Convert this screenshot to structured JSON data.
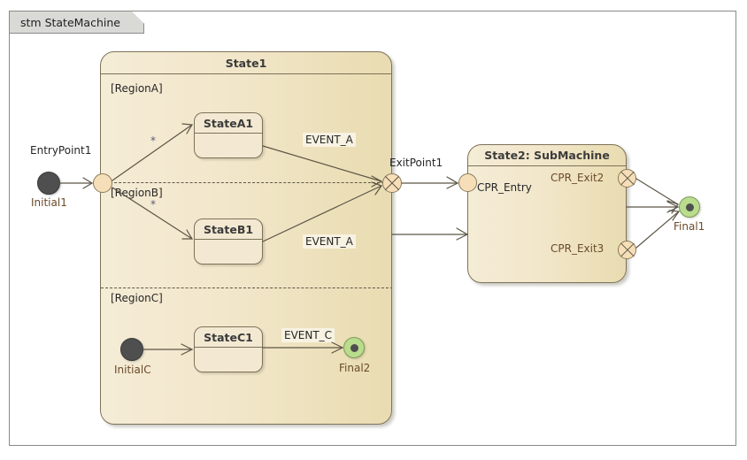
{
  "frame": {
    "label": "stm StateMachine"
  },
  "state1": {
    "title": "State1",
    "regions": [
      {
        "label": "[RegionA]"
      },
      {
        "label": "[RegionB]"
      },
      {
        "label": "[RegionC]"
      }
    ]
  },
  "state2": {
    "title": "State2: SubMachine",
    "entry": "CPR_Entry",
    "exits": [
      {
        "label": "CPR_Exit2"
      },
      {
        "label": "CPR_Exit3"
      }
    ]
  },
  "states": [
    {
      "name": "StateA1"
    },
    {
      "name": "StateB1"
    },
    {
      "name": "StateC1"
    }
  ],
  "pseudostates": {
    "initial1": "Initial1",
    "entry_point1": "EntryPoint1",
    "exit_point1": "ExitPoint1",
    "initial_c": "InitialC",
    "final1": "Final1",
    "final2": "Final2"
  },
  "transitions": {
    "event_a_upper": "EVENT_A",
    "event_a_lower": "EVENT_A",
    "event_c": "EVENT_C",
    "fork_mult_upper": "*",
    "fork_mult_lower": "*"
  },
  "colors": {
    "state_fill_light": "#f5ecd6",
    "state_fill_dark": "#e9dcb1",
    "state_border": "#7d7259",
    "frame_border": "#8a8a8a",
    "tab_fill": "#d9d9d6",
    "initial_fill": "#4f4f4f",
    "entrypoint_fill": "#f6dfb8",
    "final_fill": "#b9dc8d",
    "line": "#5d5646",
    "label_brown": "#6b4a2a"
  }
}
